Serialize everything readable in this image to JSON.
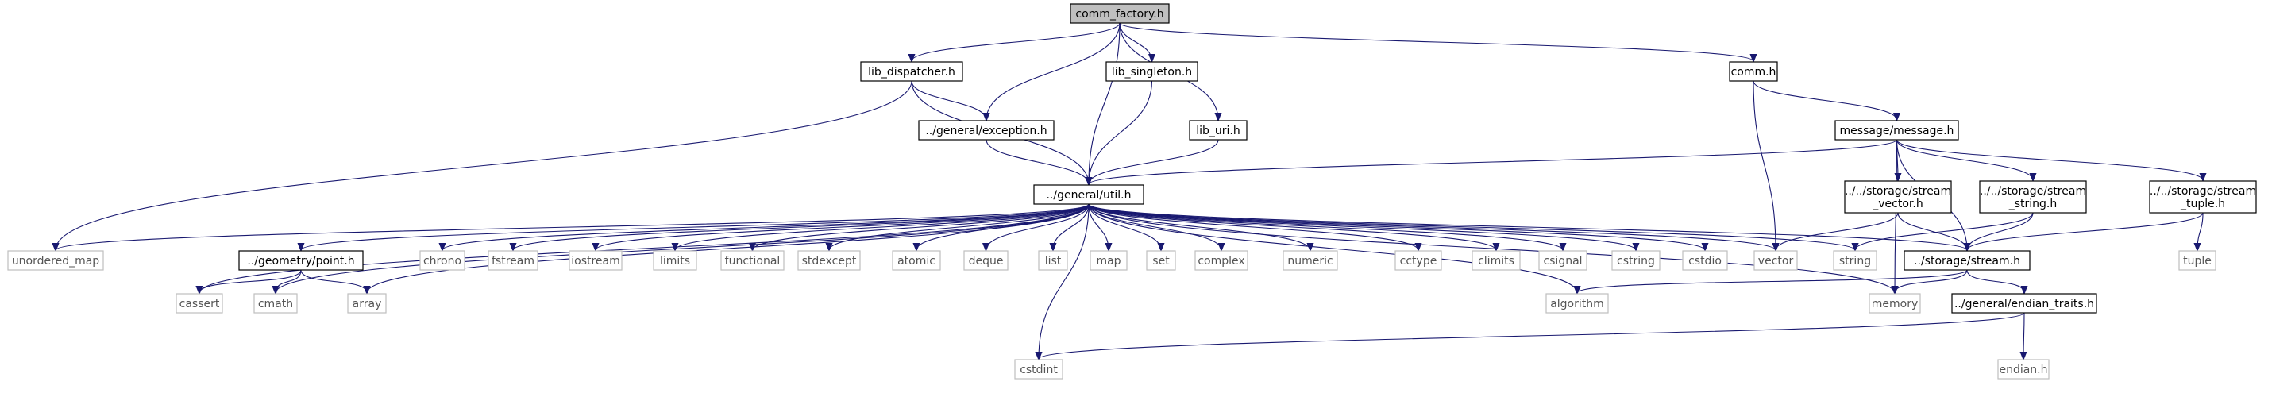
{
  "graph": {
    "nodes": [
      {
        "id": "comm_factory",
        "lines": [
          "comm_factory.h"
        ],
        "kind": "root"
      },
      {
        "id": "lib_dispatcher",
        "lines": [
          "lib_dispatcher.h"
        ],
        "kind": "local"
      },
      {
        "id": "lib_singleton",
        "lines": [
          "lib_singleton.h"
        ],
        "kind": "local"
      },
      {
        "id": "comm",
        "lines": [
          "comm.h"
        ],
        "kind": "local"
      },
      {
        "id": "exception",
        "lines": [
          "../general/exception.h"
        ],
        "kind": "local"
      },
      {
        "id": "lib_uri",
        "lines": [
          "lib_uri.h"
        ],
        "kind": "local"
      },
      {
        "id": "message",
        "lines": [
          "message/message.h"
        ],
        "kind": "local"
      },
      {
        "id": "util",
        "lines": [
          "../general/util.h"
        ],
        "kind": "local"
      },
      {
        "id": "stream_vector",
        "lines": [
          "../../storage/stream",
          "_vector.h"
        ],
        "kind": "local"
      },
      {
        "id": "stream_string",
        "lines": [
          "../../storage/stream",
          "_string.h"
        ],
        "kind": "local"
      },
      {
        "id": "stream_tuple",
        "lines": [
          "../../storage/stream",
          "_tuple.h"
        ],
        "kind": "local"
      },
      {
        "id": "unordered_map",
        "lines": [
          "unordered_map"
        ],
        "kind": "system"
      },
      {
        "id": "point",
        "lines": [
          "../geometry/point.h"
        ],
        "kind": "local"
      },
      {
        "id": "chrono",
        "lines": [
          "chrono"
        ],
        "kind": "system"
      },
      {
        "id": "fstream",
        "lines": [
          "fstream"
        ],
        "kind": "system"
      },
      {
        "id": "iostream",
        "lines": [
          "iostream"
        ],
        "kind": "system"
      },
      {
        "id": "limits",
        "lines": [
          "limits"
        ],
        "kind": "system"
      },
      {
        "id": "functional",
        "lines": [
          "functional"
        ],
        "kind": "system"
      },
      {
        "id": "stdexcept",
        "lines": [
          "stdexcept"
        ],
        "kind": "system"
      },
      {
        "id": "atomic",
        "lines": [
          "atomic"
        ],
        "kind": "system"
      },
      {
        "id": "deque",
        "lines": [
          "deque"
        ],
        "kind": "system"
      },
      {
        "id": "list",
        "lines": [
          "list"
        ],
        "kind": "system"
      },
      {
        "id": "map",
        "lines": [
          "map"
        ],
        "kind": "system"
      },
      {
        "id": "set",
        "lines": [
          "set"
        ],
        "kind": "system"
      },
      {
        "id": "complex",
        "lines": [
          "complex"
        ],
        "kind": "system"
      },
      {
        "id": "numeric",
        "lines": [
          "numeric"
        ],
        "kind": "system"
      },
      {
        "id": "cctype",
        "lines": [
          "cctype"
        ],
        "kind": "system"
      },
      {
        "id": "climits",
        "lines": [
          "climits"
        ],
        "kind": "system"
      },
      {
        "id": "csignal",
        "lines": [
          "csignal"
        ],
        "kind": "system"
      },
      {
        "id": "cstring",
        "lines": [
          "cstring"
        ],
        "kind": "system"
      },
      {
        "id": "cstdio",
        "lines": [
          "cstdio"
        ],
        "kind": "system"
      },
      {
        "id": "vector",
        "lines": [
          "vector"
        ],
        "kind": "system"
      },
      {
        "id": "string",
        "lines": [
          "string"
        ],
        "kind": "system"
      },
      {
        "id": "stream",
        "lines": [
          "../storage/stream.h"
        ],
        "kind": "local"
      },
      {
        "id": "tuple",
        "lines": [
          "tuple"
        ],
        "kind": "system"
      },
      {
        "id": "cassert",
        "lines": [
          "cassert"
        ],
        "kind": "system"
      },
      {
        "id": "cmath",
        "lines": [
          "cmath"
        ],
        "kind": "system"
      },
      {
        "id": "array",
        "lines": [
          "array"
        ],
        "kind": "system"
      },
      {
        "id": "algorithm",
        "lines": [
          "algorithm"
        ],
        "kind": "system"
      },
      {
        "id": "memory",
        "lines": [
          "memory"
        ],
        "kind": "system"
      },
      {
        "id": "endian_traits",
        "lines": [
          "../general/endian_traits.h"
        ],
        "kind": "local"
      },
      {
        "id": "cstdint",
        "lines": [
          "cstdint"
        ],
        "kind": "system"
      },
      {
        "id": "endian",
        "lines": [
          "endian.h"
        ],
        "kind": "system"
      }
    ],
    "edges": [
      [
        "comm_factory",
        "lib_dispatcher"
      ],
      [
        "comm_factory",
        "exception"
      ],
      [
        "comm_factory",
        "util"
      ],
      [
        "comm_factory",
        "lib_singleton"
      ],
      [
        "comm_factory",
        "lib_uri"
      ],
      [
        "comm_factory",
        "comm"
      ],
      [
        "lib_dispatcher",
        "exception"
      ],
      [
        "lib_dispatcher",
        "util"
      ],
      [
        "lib_dispatcher",
        "unordered_map"
      ],
      [
        "exception",
        "util"
      ],
      [
        "lib_singleton",
        "util"
      ],
      [
        "lib_uri",
        "util"
      ],
      [
        "comm",
        "message"
      ],
      [
        "comm",
        "vector"
      ],
      [
        "message",
        "util"
      ],
      [
        "message",
        "stream_vector"
      ],
      [
        "message",
        "stream_string"
      ],
      [
        "message",
        "stream_tuple"
      ],
      [
        "message",
        "stream"
      ],
      [
        "message",
        "memory"
      ],
      [
        "util",
        "unordered_map"
      ],
      [
        "util",
        "point"
      ],
      [
        "util",
        "chrono"
      ],
      [
        "util",
        "fstream"
      ],
      [
        "util",
        "iostream"
      ],
      [
        "util",
        "limits"
      ],
      [
        "util",
        "functional"
      ],
      [
        "util",
        "stdexcept"
      ],
      [
        "util",
        "atomic"
      ],
      [
        "util",
        "deque"
      ],
      [
        "util",
        "list"
      ],
      [
        "util",
        "map"
      ],
      [
        "util",
        "set"
      ],
      [
        "util",
        "complex"
      ],
      [
        "util",
        "numeric"
      ],
      [
        "util",
        "cctype"
      ],
      [
        "util",
        "climits"
      ],
      [
        "util",
        "csignal"
      ],
      [
        "util",
        "cstring"
      ],
      [
        "util",
        "cstdio"
      ],
      [
        "util",
        "vector"
      ],
      [
        "util",
        "string"
      ],
      [
        "util",
        "stream"
      ],
      [
        "util",
        "cassert"
      ],
      [
        "util",
        "cmath"
      ],
      [
        "util",
        "array"
      ],
      [
        "util",
        "algorithm"
      ],
      [
        "util",
        "memory"
      ],
      [
        "util",
        "cstdint"
      ],
      [
        "point",
        "cassert"
      ],
      [
        "point",
        "cmath"
      ],
      [
        "point",
        "array"
      ],
      [
        "stream_vector",
        "stream"
      ],
      [
        "stream_vector",
        "vector"
      ],
      [
        "stream_string",
        "stream"
      ],
      [
        "stream_string",
        "string"
      ],
      [
        "stream_tuple",
        "stream"
      ],
      [
        "stream_tuple",
        "tuple"
      ],
      [
        "stream",
        "algorithm"
      ],
      [
        "stream",
        "memory"
      ],
      [
        "stream",
        "endian_traits"
      ],
      [
        "endian_traits",
        "cstdint"
      ],
      [
        "endian_traits",
        "endian"
      ]
    ]
  },
  "colors": {
    "edge": "#191970",
    "local_border": "#000000",
    "system_border": "#bfbfbf",
    "system_text": "#555555",
    "root_fill": "#bfbfbf",
    "node_fill": "#ffffff"
  }
}
